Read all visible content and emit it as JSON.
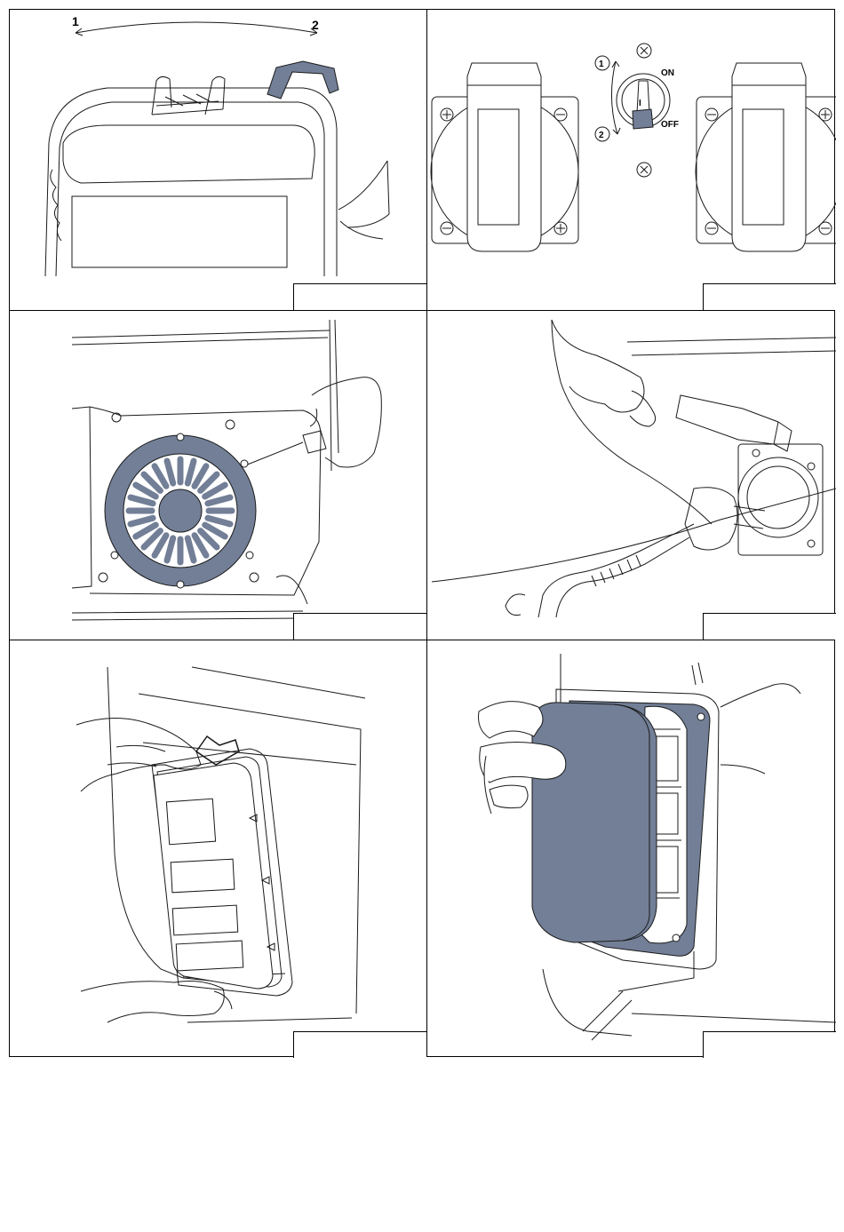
{
  "panel_a": {
    "label_1": "1",
    "label_2": "2"
  },
  "panel_b": {
    "label_1": "1",
    "label_2": "2",
    "label_on": "ON",
    "label_off": "OFF",
    "switch_mark": "I"
  },
  "colors": {
    "accent": "#727f97",
    "line": "#1a1a1a",
    "border": "#000000",
    "background": "#ffffff"
  },
  "icons": [
    "double-arrow-icon",
    "screw-icon",
    "toggle-switch-icon",
    "socket-icon",
    "recoil-starter-icon",
    "screwdriver-icon",
    "plug-icon",
    "air-filter-icon",
    "hand-icon"
  ]
}
